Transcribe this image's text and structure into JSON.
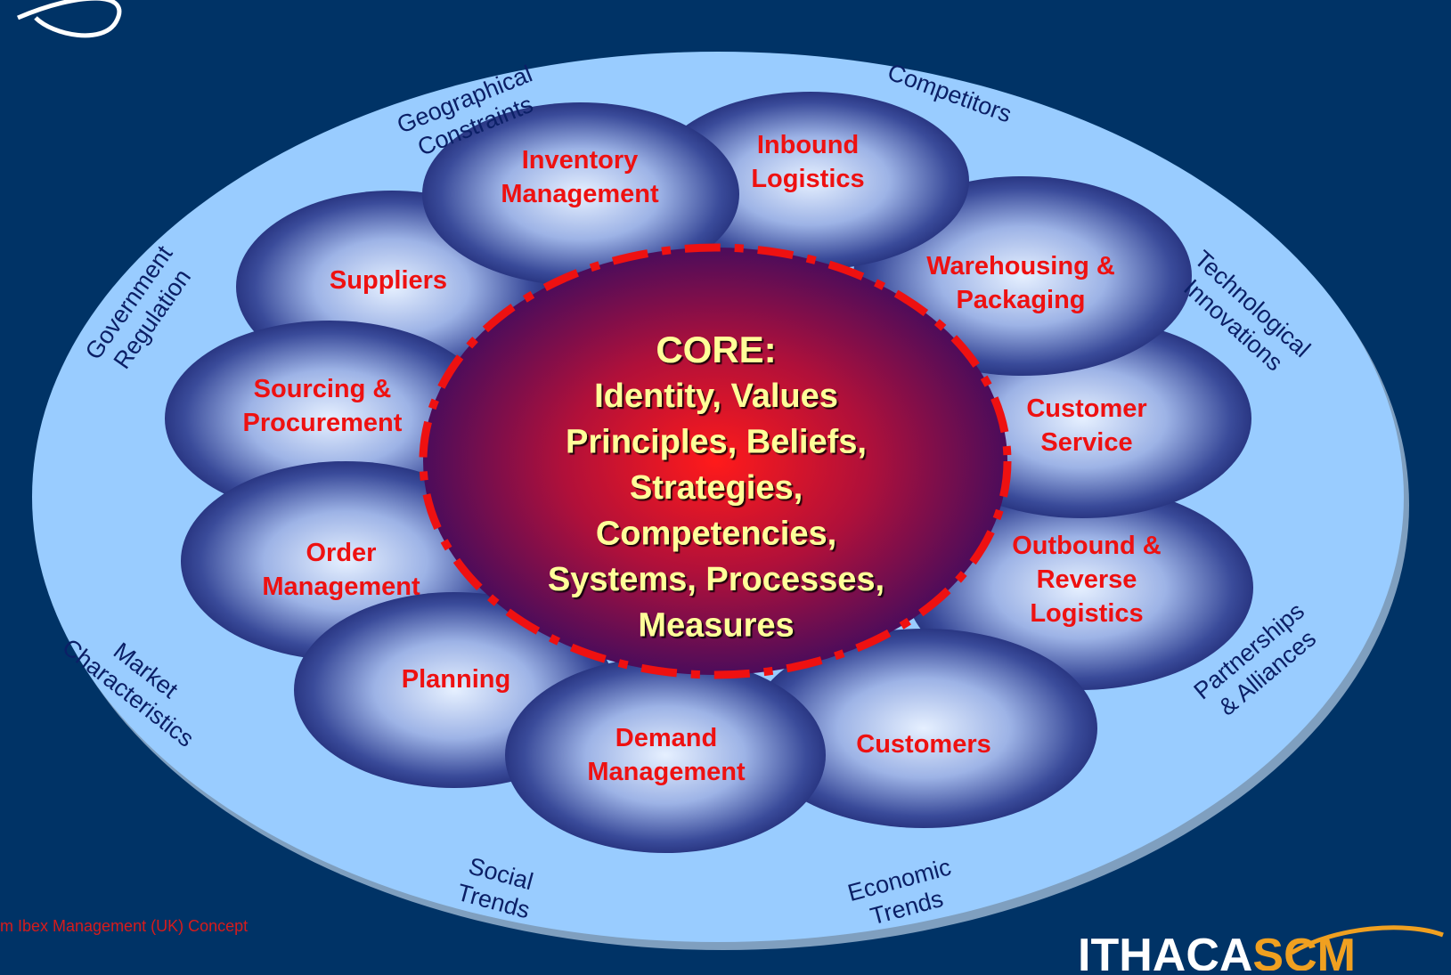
{
  "colors": {
    "background": "#003366",
    "outer_ring": "#99ccff",
    "petal_label": "#ee1111",
    "env_label": "#0b1f66",
    "core_text": "#ffff99",
    "core_border": "#ee1111"
  },
  "core": {
    "title": "CORE:",
    "lines": [
      "Identity, Values",
      "Principles, Beliefs,",
      "Strategies,",
      "Competencies,",
      "Systems, Processes,",
      "Measures"
    ]
  },
  "petals": [
    {
      "lines": [
        "Inventory",
        "Management"
      ]
    },
    {
      "lines": [
        "Inbound",
        "Logistics"
      ]
    },
    {
      "lines": [
        "Warehousing &",
        "Packaging"
      ]
    },
    {
      "lines": [
        "Customer",
        "Service"
      ]
    },
    {
      "lines": [
        "Outbound &",
        "Reverse",
        "Logistics"
      ]
    },
    {
      "lines": [
        "Customers"
      ]
    },
    {
      "lines": [
        "Demand",
        "Management"
      ]
    },
    {
      "lines": [
        "Planning"
      ]
    },
    {
      "lines": [
        "Order",
        "Management"
      ]
    },
    {
      "lines": [
        "Sourcing &",
        "Procurement"
      ]
    },
    {
      "lines": [
        "Suppliers"
      ]
    }
  ],
  "environment": [
    {
      "lines": [
        "Geographical",
        "Constraints"
      ]
    },
    {
      "lines": [
        "Competitors"
      ]
    },
    {
      "lines": [
        "Technological",
        "Innovations"
      ]
    },
    {
      "lines": [
        "Partnerships",
        "& Alliances"
      ]
    },
    {
      "lines": [
        "Economic",
        "Trends"
      ]
    },
    {
      "lines": [
        "Social",
        "Trends"
      ]
    },
    {
      "lines": [
        "Market",
        "Characteristics"
      ]
    },
    {
      "lines": [
        "Government",
        "Regulation"
      ]
    }
  ],
  "credit": "m Ibex Management (UK) Concept",
  "logo": {
    "text_part1": "ITHACA",
    "text_part2": "SCM"
  }
}
